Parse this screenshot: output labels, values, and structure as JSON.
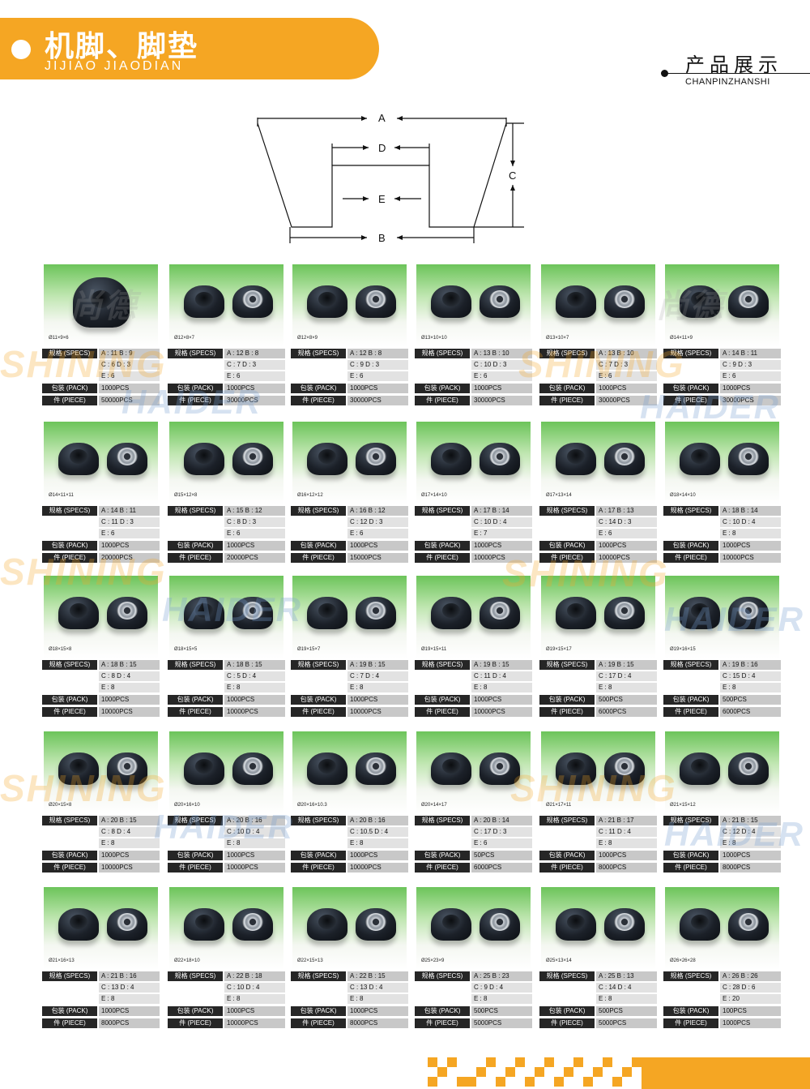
{
  "header": {
    "title": "机脚、脚垫",
    "subtitle": "JIJIAO JIAODIAN",
    "section_title": "产品展示",
    "section_subtitle": "CHANPINZHANSHI"
  },
  "diagram": {
    "labels": {
      "a": "A",
      "b": "B",
      "c": "C",
      "d": "D",
      "e": "E"
    }
  },
  "watermark": {
    "brand_a": "SHINING",
    "brand_b": "HAIDER",
    "brand_cn": "尚德"
  },
  "row_labels": {
    "specs": "规格 (SPECS)",
    "pack": "包装 (PACK)",
    "piece": "件 (PIECE)"
  },
  "products": [
    {
      "caption": "Ø11×9×6",
      "ab": "A : 11    B : 9",
      "cd": "C : 6     D : 3",
      "e": "E : 6",
      "pack": "1000PCS",
      "piece": "50000PCS"
    },
    {
      "caption": "Ø12×8×7",
      "ab": "A : 12    B : 8",
      "cd": "C : 7     D : 3",
      "e": "E : 6",
      "pack": "1000PCS",
      "piece": "30000PCS"
    },
    {
      "caption": "Ø12×8×9",
      "ab": "A : 12    B : 8",
      "cd": "C : 9     D : 3",
      "e": "E : 6",
      "pack": "1000PCS",
      "piece": "30000PCS"
    },
    {
      "caption": "Ø13×10×10",
      "ab": "A : 13    B : 10",
      "cd": "C : 10    D : 3",
      "e": "E : 6",
      "pack": "1000PCS",
      "piece": "30000PCS"
    },
    {
      "caption": "Ø13×10×7",
      "ab": "A : 13    B : 10",
      "cd": "C : 7     D : 3",
      "e": "E : 6",
      "pack": "1000PCS",
      "piece": "30000PCS"
    },
    {
      "caption": "Ø14×11×9",
      "ab": "A : 14    B : 11",
      "cd": "C : 9     D : 3",
      "e": "E : 6",
      "pack": "1000PCS",
      "piece": "30000PCS"
    },
    {
      "caption": "Ø14×11×11",
      "ab": "A : 14    B : 11",
      "cd": "C : 11    D : 3",
      "e": "E : 6",
      "pack": "1000PCS",
      "piece": "20000PCS"
    },
    {
      "caption": "Ø15×12×8",
      "ab": "A : 15    B : 12",
      "cd": "C : 8     D : 3",
      "e": "E : 6",
      "pack": "1000PCS",
      "piece": "20000PCS"
    },
    {
      "caption": "Ø16×12×12",
      "ab": "A : 16    B : 12",
      "cd": "C : 12    D : 3",
      "e": "E : 6",
      "pack": "1000PCS",
      "piece": "15000PCS"
    },
    {
      "caption": "Ø17×14×10",
      "ab": "A : 17    B : 14",
      "cd": "C : 10    D : 4",
      "e": "E : 7",
      "pack": "1000PCS",
      "piece": "10000PCS"
    },
    {
      "caption": "Ø17×13×14",
      "ab": "A : 17    B : 13",
      "cd": "C : 14    D : 3",
      "e": "E : 6",
      "pack": "1000PCS",
      "piece": "10000PCS"
    },
    {
      "caption": "Ø18×14×10",
      "ab": "A : 18    B : 14",
      "cd": "C : 10    D : 4",
      "e": "E : 8",
      "pack": "1000PCS",
      "piece": "10000PCS"
    },
    {
      "caption": "Ø18×15×8",
      "ab": "A : 18    B : 15",
      "cd": "C : 8     D : 4",
      "e": "E : 8",
      "pack": "1000PCS",
      "piece": "10000PCS"
    },
    {
      "caption": "Ø18×15×5",
      "ab": "A : 18    B : 15",
      "cd": "C : 5     D : 4",
      "e": "E : 8",
      "pack": "1000PCS",
      "piece": "10000PCS"
    },
    {
      "caption": "Ø19×15×7",
      "ab": "A : 19    B : 15",
      "cd": "C : 7     D : 4",
      "e": "E : 8",
      "pack": "1000PCS",
      "piece": "10000PCS"
    },
    {
      "caption": "Ø19×15×11",
      "ab": "A : 19    B : 15",
      "cd": "C : 11    D : 4",
      "e": "E : 8",
      "pack": "1000PCS",
      "piece": "10000PCS"
    },
    {
      "caption": "Ø19×15×17",
      "ab": "A : 19    B : 15",
      "cd": "C : 17    D : 4",
      "e": "E : 8",
      "pack": "500PCS",
      "piece": "6000PCS"
    },
    {
      "caption": "Ø19×16×15",
      "ab": "A : 19    B : 16",
      "cd": "C : 15    D : 4",
      "e": "E : 8",
      "pack": "500PCS",
      "piece": "6000PCS"
    },
    {
      "caption": "Ø20×15×8",
      "ab": "A : 20    B : 15",
      "cd": "C : 8     D : 4",
      "e": "E : 8",
      "pack": "1000PCS",
      "piece": "10000PCS"
    },
    {
      "caption": "Ø20×16×10",
      "ab": "A : 20    B : 16",
      "cd": "C : 10    D : 4",
      "e": "E : 8",
      "pack": "1000PCS",
      "piece": "10000PCS"
    },
    {
      "caption": "Ø20×16×10.3",
      "ab": "A : 20    B : 16",
      "cd": "C : 10.5  D : 4",
      "e": "E : 8",
      "pack": "1000PCS",
      "piece": "10000PCS"
    },
    {
      "caption": "Ø20×14×17",
      "ab": "A : 20    B : 14",
      "cd": "C : 17    D : 3",
      "e": "E : 6",
      "pack": "50PCS",
      "piece": "6000PCS"
    },
    {
      "caption": "Ø21×17×11",
      "ab": "A : 21    B : 17",
      "cd": "C : 11    D : 4",
      "e": "E : 8",
      "pack": "1000PCS",
      "piece": "8000PCS"
    },
    {
      "caption": "Ø21×15×12",
      "ab": "A : 21    B : 15",
      "cd": "C : 12    D : 4",
      "e": "E : 8",
      "pack": "1000PCS",
      "piece": "8000PCS"
    },
    {
      "caption": "Ø21×16×13",
      "ab": "A : 21    B : 16",
      "cd": "C : 13    D : 4",
      "e": "E : 8",
      "pack": "1000PCS",
      "piece": "8000PCS"
    },
    {
      "caption": "Ø22×18×10",
      "ab": "A : 22    B : 18",
      "cd": "C : 10    D : 4",
      "e": "E : 8",
      "pack": "1000PCS",
      "piece": "10000PCS"
    },
    {
      "caption": "Ø22×15×13",
      "ab": "A : 22    B : 15",
      "cd": "C : 13    D : 4",
      "e": "E : 8",
      "pack": "1000PCS",
      "piece": "8000PCS"
    },
    {
      "caption": "Ø25×23×9",
      "ab": "A : 25    B : 23",
      "cd": "C : 9     D : 4",
      "e": "E : 8",
      "pack": "500PCS",
      "piece": "5000PCS"
    },
    {
      "caption": "Ø25×13×14",
      "ab": "A : 25    B : 13",
      "cd": "C : 14    D : 4",
      "e": "E : 8",
      "pack": "500PCS",
      "piece": "5000PCS"
    },
    {
      "caption": "Ø26×26×28",
      "ab": "A : 26    B : 26",
      "cd": "C : 28    D : 6",
      "e": "E : 20",
      "pack": "100PCS",
      "piece": "1000PCS"
    }
  ],
  "colors": {
    "accent": "#f5a623",
    "label_bg": "#262626",
    "value_bg": "#c8c8c8"
  }
}
